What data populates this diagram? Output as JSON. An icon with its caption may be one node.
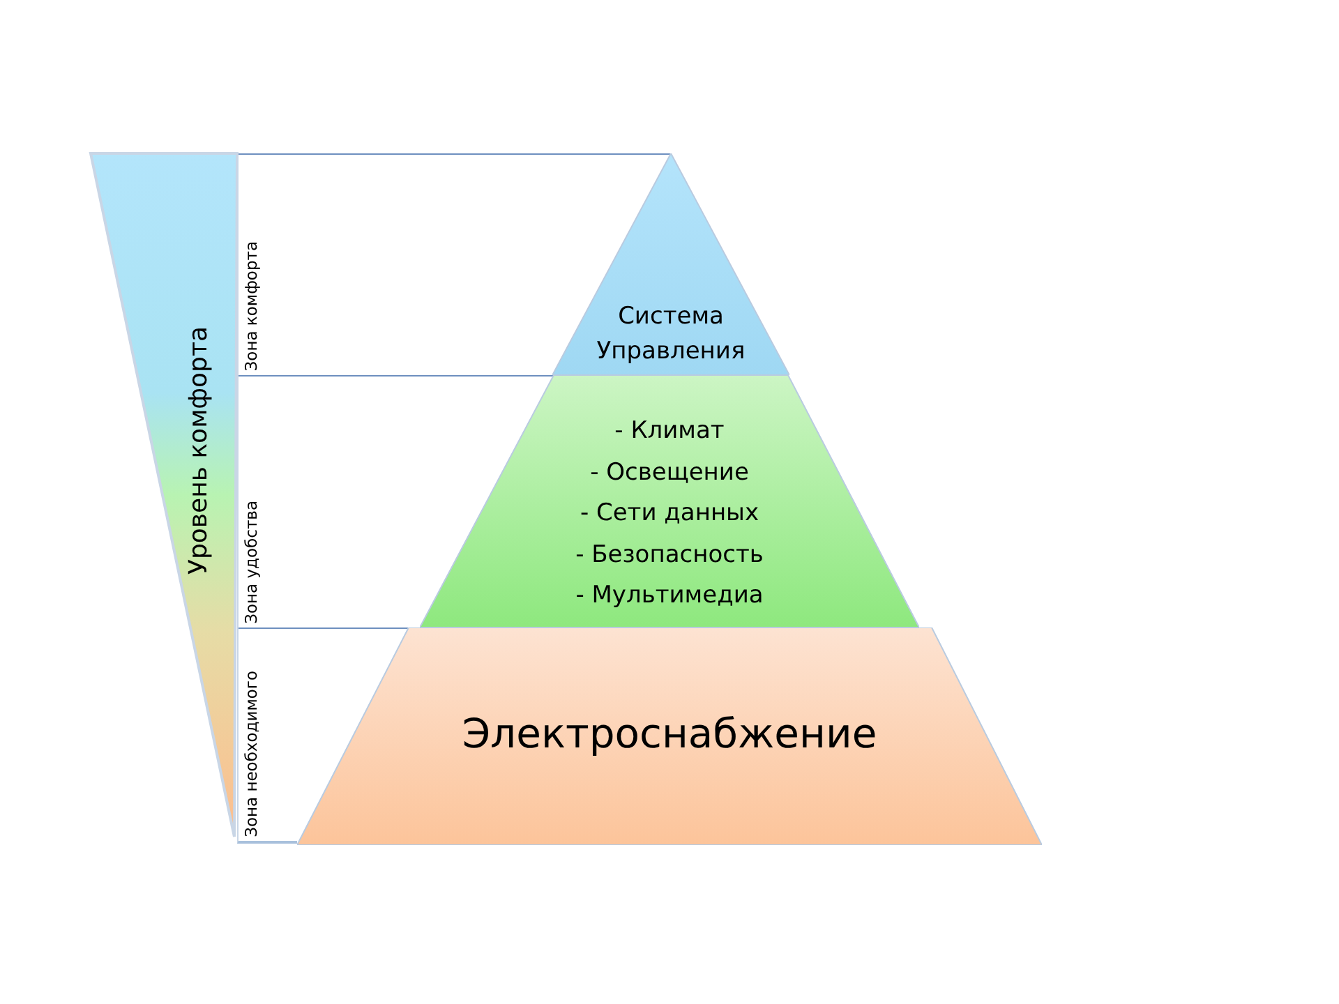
{
  "diagram": {
    "nodes": [
      {
        "text": [
          "Уровень комфорта"
        ]
      },
      {
        "text": [
          "Зона комфорта"
        ]
      },
      {
        "text": [
          "Зона удобства"
        ]
      },
      {
        "text": [
          "Зона необходимого"
        ]
      },
      {
        "text": [
          "Система Управления"
        ]
      },
      {
        "text": [
          "- Климат",
          "- Освещение",
          "- Сети данных",
          "- Безопасность",
          "- Мультимедиа"
        ]
      },
      {
        "text": [
          "Электроснабжение"
        ]
      }
    ]
  }
}
